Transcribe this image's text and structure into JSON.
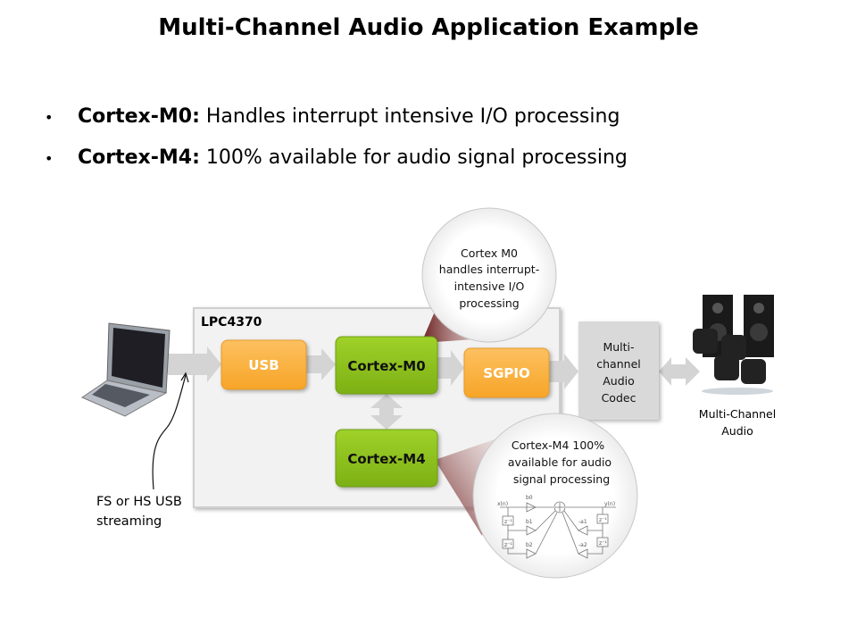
{
  "title": "Multi-Channel Audio Application Example",
  "bullets": [
    {
      "bold": "Cortex-M0:",
      "text": " Handles interrupt intensive I/O processing"
    },
    {
      "bold": "Cortex-M4:",
      "text": " 100% available for audio signal processing"
    }
  ],
  "diagram": {
    "chip_label": "LPC4370",
    "blocks": {
      "usb": "USB",
      "m0": "Cortex-M0",
      "sgpio": "SGPIO",
      "m4": "Cortex-M4"
    },
    "codec_lines": [
      "Multi-",
      "channel",
      "Audio",
      "Codec"
    ],
    "m0_callout_lines": [
      "Cortex M0",
      "handles interrupt-",
      "intensive I/O",
      "processing"
    ],
    "m4_callout_lines": [
      "Cortex-M4  100%",
      "available for audio",
      "signal processing"
    ],
    "filter_labels": {
      "x": "x(n)",
      "y": "y(n)",
      "b0": "b0",
      "b1": "b1",
      "b2": "b2",
      "a1": "-a1",
      "a2": "-a2",
      "z": "z⁻¹"
    },
    "usb_note_lines": [
      "FS or HS USB",
      "streaming"
    ],
    "output_lines": [
      "Multi-Channel",
      "Audio"
    ]
  },
  "colors": {
    "orange": "#fbb040",
    "green": "#8dc21f",
    "arrow": "#d4d4d4",
    "callout": "#7a2a2a"
  }
}
